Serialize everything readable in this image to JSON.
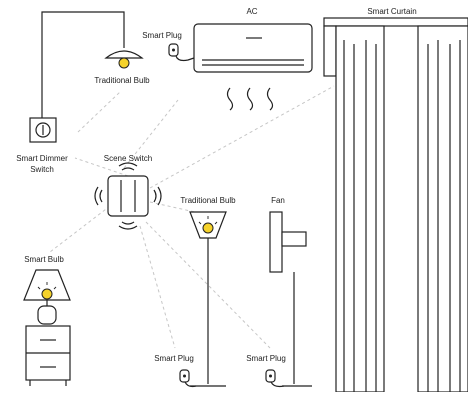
{
  "labels": {
    "ac": "AC",
    "smart_curtain": "Smart Curtain",
    "smart_plug_ac": "Smart Plug",
    "traditional_bulb_ceiling": "Traditional Bulb",
    "smart_dimmer_line1": "Smart Dimmer",
    "smart_dimmer_line2": "Switch",
    "scene_switch": "Scene Switch",
    "traditional_bulb_floor": "Traditional Bulb",
    "fan": "Fan",
    "smart_bulb": "Smart Bulb",
    "smart_plug_lamp": "Smart Plug",
    "smart_plug_fan": "Smart Plug"
  },
  "colors": {
    "line": "#222222",
    "bulb_yellow": "#f5d22a",
    "connection": "#c6c6c6",
    "background": "#ffffff"
  },
  "icons": [
    "scene-switch-icon",
    "dimmer-switch-icon",
    "pendant-lamp-icon",
    "air-conditioner-icon",
    "smart-plug-icon",
    "curtain-icon",
    "floor-lamp-icon",
    "fan-icon",
    "table-lamp-icon",
    "nightstand-icon"
  ]
}
